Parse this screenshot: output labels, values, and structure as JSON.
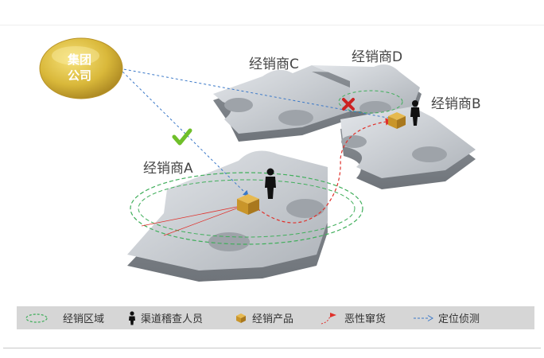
{
  "company": {
    "label_line1": "集团",
    "label_line2": "公司"
  },
  "dealers": {
    "a": "经销商A",
    "b": "经销商B",
    "c": "经销商C",
    "d": "经销商D"
  },
  "legend": [
    {
      "icon": "dashed-ellipse-icon",
      "label": "经销区域"
    },
    {
      "icon": "person-icon",
      "label": "渠道稽查人员"
    },
    {
      "icon": "box-icon",
      "label": "经销产品"
    },
    {
      "icon": "red-flag-arrow-icon",
      "label": "恶性窜货"
    },
    {
      "icon": "blue-dashed-arrow-icon",
      "label": "定位侦测"
    }
  ],
  "colors": {
    "company_gold": "#d9b83a",
    "region_green": "#3fae5a",
    "cross_goods_red": "#e0302a",
    "detect_blue": "#3a78c8",
    "check_green": "#6fbf2a",
    "cross_red": "#cc2222",
    "box_gold": "#c9952a"
  }
}
